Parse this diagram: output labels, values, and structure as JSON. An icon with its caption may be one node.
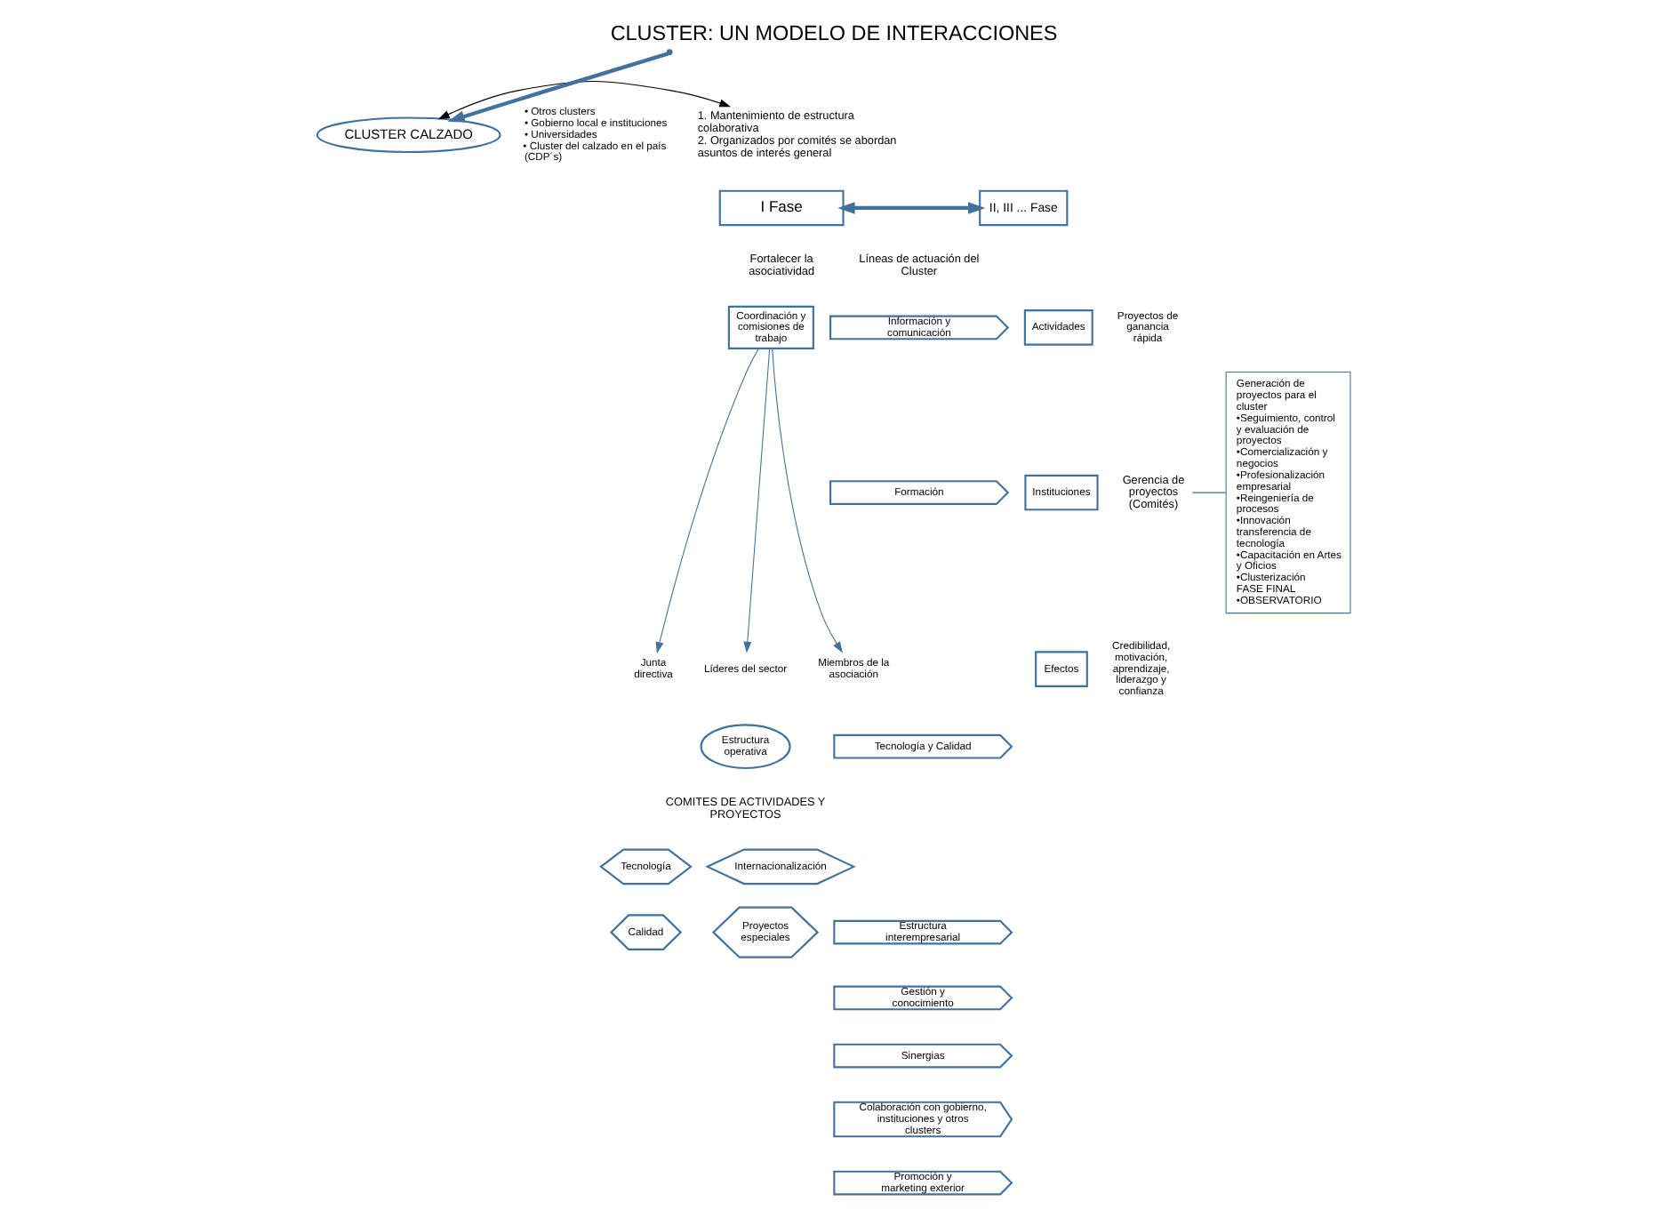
{
  "diagram": {
    "title": "CLUSTER: UN MODELO DE INTERACCIONES",
    "nodes": [
      {
        "text": [
          "CLUSTER CALZADO"
        ]
      },
      {
        "text": [
          "1. Mantenimiento de estructura colaborativa",
          "2. Organizados por comités se abordan asuntos de interés general"
        ]
      },
      {
        "text": [
          "I Fase"
        ]
      },
      {
        "text": [
          "II, III ... Fase"
        ]
      },
      {
        "text": [
          "Coordinación y comisiones de trabajo"
        ]
      },
      {
        "text": [
          "Junta directiva"
        ]
      },
      {
        "text": [
          "Líderes del sector"
        ]
      },
      {
        "text": [
          "Miembros de la asociación"
        ]
      },
      {
        "text": [
          "Estructura operativa"
        ]
      },
      {
        "text": [
          "Tecnología"
        ]
      },
      {
        "text": [
          "Internacionalización"
        ]
      },
      {
        "text": [
          "Calidad"
        ]
      },
      {
        "text": [
          "Proyectos especiales"
        ]
      },
      {
        "text": [
          "Información y comunicación"
        ]
      },
      {
        "text": [
          "Formación"
        ]
      },
      {
        "text": [
          "Tecnología y Calidad"
        ]
      },
      {
        "text": [
          "Estructura interempresarial"
        ]
      },
      {
        "text": [
          "Gestión y conocimiento"
        ]
      },
      {
        "text": [
          "Sinergias"
        ]
      },
      {
        "text": [
          "Colaboración con gobierno, instituciones y otros clusters"
        ]
      },
      {
        "text": [
          "Promoción y marketing exterior"
        ]
      },
      {
        "text": [
          "Actividades"
        ],
        "beside": [
          "Proyectos de ganancia rápida"
        ]
      },
      {
        "text": [
          "Instituciones"
        ]
      },
      {
        "text": [
          "Efectos"
        ],
        "beside": [
          "Credibilidad, motivación, aprendizaje, liderazgo y confianza"
        ]
      },
      {
        "text": [
          "Gerencia de proyectos",
          "(Comités)"
        ]
      },
      {
        "text": [
          "Generación de proyectos para el cluster",
          "•Seguimiento, control y evaluación de proyectos",
          "•Comercialización y negocios",
          "•Profesionalización empresarial",
          "•Reingeniería de procesos",
          "•Innovación transferencia de tecnología",
          "•Capacitación en Artes y Oficios",
          "•Clusterización",
          "FASE FINAL",
          "•OBSERVATORIO"
        ]
      }
    ],
    "edges": [
      {
        "from": 0,
        "to": 1,
        "arrow": "both",
        "color": "#000000"
      },
      {
        "from": 2,
        "to": 3,
        "arrow": "both",
        "style": "thick"
      },
      {
        "from": null,
        "to": 0,
        "arrow": "to",
        "style": "thick"
      },
      {
        "from": 4,
        "to": 5,
        "arrow": "to"
      },
      {
        "from": 4,
        "to": 6,
        "arrow": "to"
      },
      {
        "from": 4,
        "to": 7,
        "arrow": "to"
      },
      {
        "from": 24,
        "to": 25,
        "arrow": "none"
      }
    ],
    "labels": [
      "• Otros clusters",
      "• Gobierno local e instituciones",
      "• Universidades",
      "• Cluster del calzado en el país (CDP´s)",
      "Fortalecer la asociatividad",
      "Líneas de actuación del Cluster",
      "COMITES DE ACTIVIDADES Y PROYECTOS"
    ]
  }
}
